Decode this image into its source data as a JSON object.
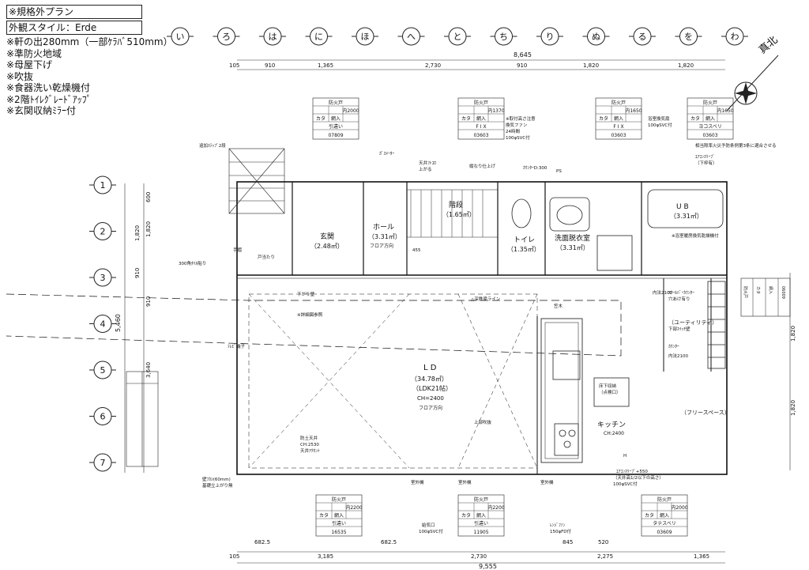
{
  "header": {
    "plan_type": "※規格外プラン",
    "exterior_style": "外観スタイル：Erde"
  },
  "notes": [
    "※軒の出280mm（一部ｹﾗﾊﾞ510mm）",
    "※準防火地域",
    "※母屋下げ",
    "※吹抜",
    "※食器洗い乾燥機付",
    "※2階ﾄｲﾚｸﾞﾚｰﾄﾞｱｯﾌﾟ",
    "※玄関収納ﾐﾗｰ付"
  ],
  "north_label": "真北",
  "grid": {
    "columns": [
      "い",
      "ろ",
      "は",
      "に",
      "ほ",
      "へ",
      "と",
      "ち",
      "り",
      "ぬ",
      "る",
      "を",
      "わ"
    ],
    "rows": [
      "1",
      "2",
      "3",
      "4",
      "5",
      "6",
      "7"
    ]
  },
  "dimensions": {
    "top_total": "8,645",
    "top": [
      "105",
      "910",
      "1,365",
      "2,730",
      "910",
      "1,820",
      "1,820"
    ],
    "bottom_total": "9,555",
    "bottom": [
      "105",
      "3,185",
      "2,730",
      "2,275",
      "1,365"
    ],
    "bottom_sub": [
      "682.5",
      "682.5",
      "845",
      "520"
    ],
    "left_total": "5,460",
    "left": [
      "600",
      "1,820",
      "910",
      "3,640"
    ],
    "left_sub": [
      "1,820",
      "910"
    ],
    "right": [
      "1,820",
      "1,820"
    ]
  },
  "rooms": {
    "entrance": {
      "name": "玄関",
      "area": "（2.48㎡）"
    },
    "hall": {
      "name": "ホール",
      "area": "（3.31㎡）",
      "floor": "フロア方向"
    },
    "stairs": {
      "name": "階段",
      "area": "（1.65㎡）"
    },
    "toilet": {
      "name": "トイレ",
      "area": "（1.35㎡）"
    },
    "washroom": {
      "name": "洗面脱衣室",
      "area": "（3.31㎡）"
    },
    "bath": {
      "name": "U B",
      "area": "（3.31㎡）"
    },
    "ld": {
      "name": "L D",
      "area": "（34.78㎡）",
      "tatami": "（LDK21帖）",
      "ceiling": "CH=2400",
      "floor": "フロア方向"
    },
    "kitchen": {
      "name": "キッチン",
      "ceiling": "CH:2400"
    },
    "utility": {
      "name": "（ユーティリティ）"
    },
    "free_space": {
      "name": "（フリースペース）"
    }
  },
  "windows_top": [
    {
      "fire": "防火戸",
      "code": "内2000",
      "type": "カタ",
      "glass": "網入",
      "op": "引違い",
      "size": "07809"
    },
    {
      "fire": "防火戸",
      "code": "内1370",
      "type": "カタ",
      "glass": "網入",
      "op": "F I X",
      "size": "03603"
    },
    {
      "fire": "防火戸",
      "code": "内1650",
      "type": "カタ",
      "glass": "網入",
      "op": "F I X",
      "size": "03603"
    },
    {
      "fire": "防火戸",
      "code": "内1650",
      "type": "カタ",
      "glass": "網入",
      "op": "ヨコスベリ",
      "size": "03603"
    }
  ],
  "windows_bottom": [
    {
      "fire": "防火戸",
      "code": "内2200",
      "type": "カタ",
      "glass": "網入",
      "op": "引違い",
      "size": "16535"
    },
    {
      "fire": "防火戸",
      "code": "内2200",
      "type": "カタ",
      "glass": "網入",
      "op": "引違い",
      "size": "11905"
    },
    {
      "fire": "防火戸",
      "code": "内2000",
      "type": "カタ",
      "glass": "網入",
      "op": "タテスベリ",
      "size": "03609"
    }
  ],
  "window_side": {
    "fire": "防火戸",
    "type": "カタ",
    "glass": "網入",
    "size": "06009"
  },
  "annotations": [
    "追加ｽﾃｯﾌﾟ2段",
    "ｶﾞｽﾒｰﾀｰ",
    "天井ﾌﾄｺﾛ",
    "上がる",
    "縦なり仕上げ",
    "ｶｳﾝﾀｰD:300",
    "PS",
    "※取付高さ注意",
    "換気ファン",
    "24時間",
    "100φSVC付",
    "浴室換気扇",
    "100φSVC付",
    "相当隙率火災予防条例第3条に適合させる",
    "ｴｱｺﾝｽﾘｰﾌﾞ",
    "（下枠有）",
    "手摺",
    "300角ﾀｲﾙ貼り",
    "戸当たり",
    "下がり壁",
    "※詳細図参照",
    "455",
    "△深鉄梁ライン",
    "笠木",
    "内法2100",
    "ｽﾁｰﾙﾊﾞｰｶｳﾝﾀｰ",
    "穴あけ有り",
    "下部ｽｲｯﾁ壁",
    "ｶｳﾝﾀｰ",
    "内法2100",
    "床下収納",
    "（点検口）",
    "上部吹抜",
    "防土天井",
    "CH:2530",
    "天井ｱｸｾﾝﾄ",
    "※浴室暖房換気乾燥機付",
    "H",
    "ｴｱｺﾝｽﾘｰﾌﾞ+550",
    "（天井高1/2以下の高さ）",
    "100φSVC付",
    "給気口",
    "100φSVC付",
    "ﾚﾝｼﾞﾌｧﾝ",
    "150φFD付",
    "壁ﾌｶｼ(60mm)",
    "基礎立上がり無",
    "室外機",
    "室外機",
    "室外機",
    "ﾃﾚﾋﾞ端子"
  ]
}
